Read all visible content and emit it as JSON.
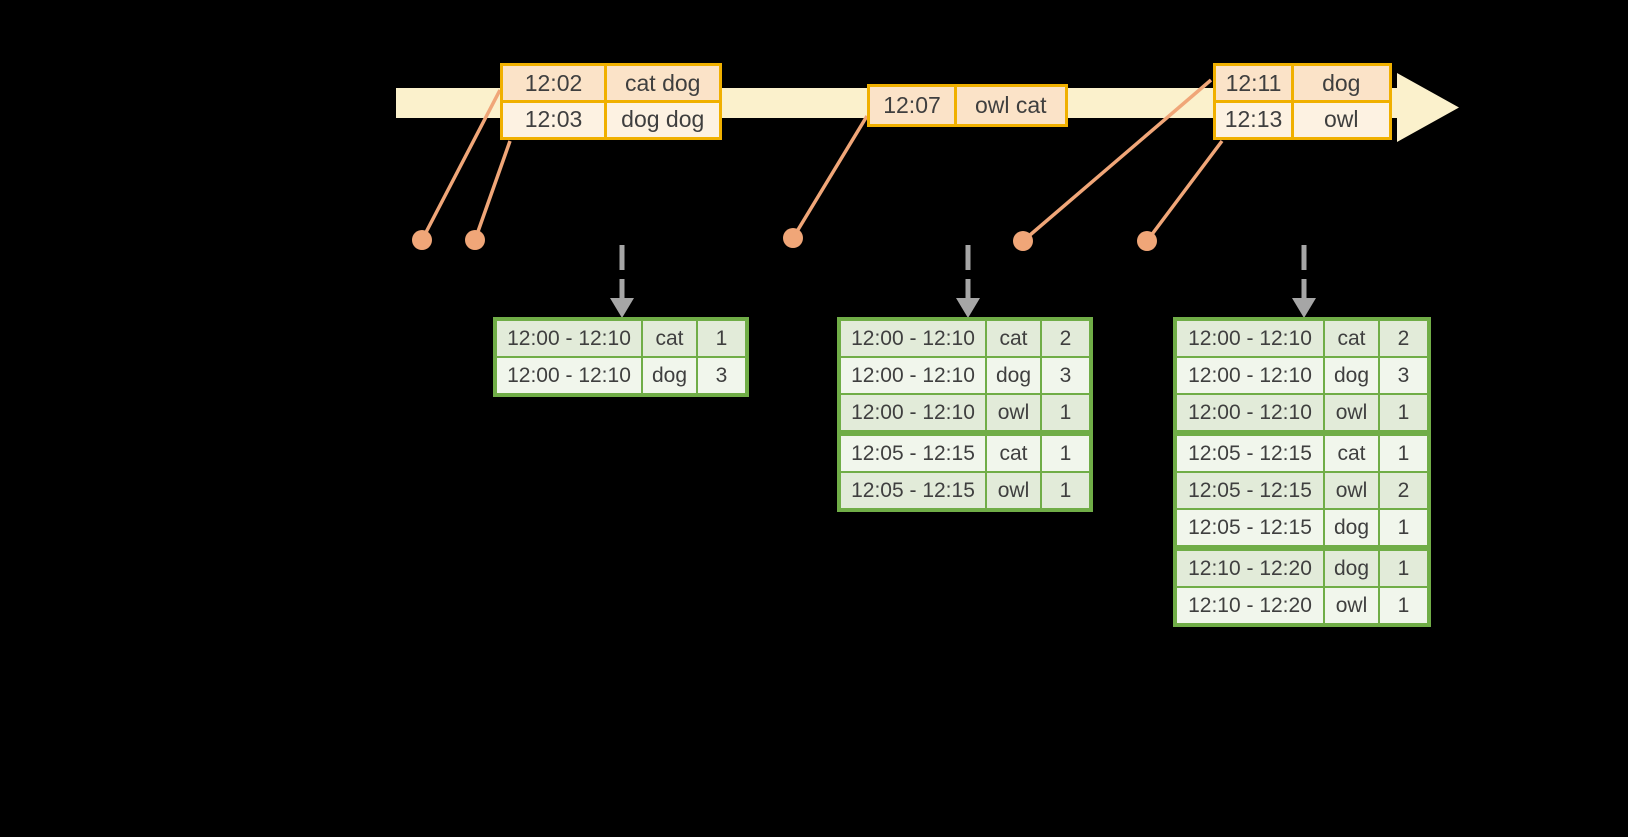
{
  "colors": {
    "background": "#000000",
    "timeline_fill": "#FBF1CC",
    "event_border": "#F0B000",
    "event_row_fill": "#FBE3C8",
    "event_row_alt_fill": "#FDF2E2",
    "connector": "#F0A678",
    "trigger_arrow": "#A6A6A6",
    "table_border": "#70AD47",
    "table_row_fill": "#E2EBD9",
    "table_row_alt_fill": "#F1F6EC",
    "text": "#3F3F3F"
  },
  "event_tables": [
    {
      "rows": [
        {
          "time": "12:02",
          "words": "cat dog"
        },
        {
          "time": "12:03",
          "words": "dog dog"
        }
      ]
    },
    {
      "rows": [
        {
          "time": "12:07",
          "words": "owl cat"
        }
      ]
    },
    {
      "rows": [
        {
          "time": "12:11",
          "words": "dog"
        },
        {
          "time": "12:13",
          "words": "owl"
        }
      ]
    }
  ],
  "result_tables": [
    {
      "rows": [
        {
          "window": "12:00 - 12:10",
          "word": "cat",
          "count": "1"
        },
        {
          "window": "12:00 - 12:10",
          "word": "dog",
          "count": "3"
        }
      ]
    },
    {
      "rows": [
        {
          "window": "12:00 - 12:10",
          "word": "cat",
          "count": "2"
        },
        {
          "window": "12:00 - 12:10",
          "word": "dog",
          "count": "3"
        },
        {
          "window": "12:00 - 12:10",
          "word": "owl",
          "count": "1"
        },
        {
          "window": "12:05 - 12:15",
          "word": "cat",
          "count": "1"
        },
        {
          "window": "12:05 - 12:15",
          "word": "owl",
          "count": "1"
        }
      ]
    },
    {
      "rows": [
        {
          "window": "12:00 - 12:10",
          "word": "cat",
          "count": "2"
        },
        {
          "window": "12:00 - 12:10",
          "word": "dog",
          "count": "3"
        },
        {
          "window": "12:00 - 12:10",
          "word": "owl",
          "count": "1"
        },
        {
          "window": "12:05 - 12:15",
          "word": "cat",
          "count": "1"
        },
        {
          "window": "12:05 - 12:15",
          "word": "owl",
          "count": "2"
        },
        {
          "window": "12:05 - 12:15",
          "word": "dog",
          "count": "1"
        },
        {
          "window": "12:10 - 12:20",
          "word": "dog",
          "count": "1"
        },
        {
          "window": "12:10 - 12:20",
          "word": "owl",
          "count": "1"
        }
      ]
    }
  ]
}
